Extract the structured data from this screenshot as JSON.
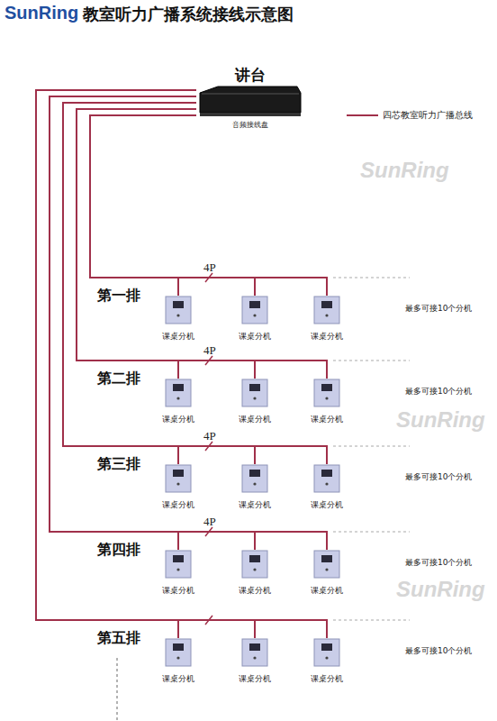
{
  "diagram": {
    "title": "教室听力广播系统接线示意图",
    "nodes": [
      {
        "text": [
          "讲台",
          "音频接线盘"
        ]
      },
      {
        "text": [
          "课桌分机"
        ]
      },
      {
        "text": [
          "课桌分机"
        ]
      },
      {
        "text": [
          "课桌分机"
        ]
      },
      {
        "text": [
          "课桌分机"
        ]
      },
      {
        "text": [
          "课桌分机"
        ]
      },
      {
        "text": [
          "课桌分机"
        ]
      },
      {
        "text": [
          "课桌分机"
        ]
      },
      {
        "text": [
          "课桌分机"
        ]
      },
      {
        "text": [
          "课桌分机"
        ]
      },
      {
        "text": [
          "课桌分机"
        ]
      },
      {
        "text": [
          "课桌分机"
        ]
      },
      {
        "text": [
          "课桌分机"
        ]
      },
      {
        "text": [
          "课桌分机"
        ]
      },
      {
        "text": [
          "课桌分机"
        ]
      },
      {
        "text": [
          "课桌分机"
        ]
      }
    ],
    "edges": [
      {
        "from": 0,
        "to": 1,
        "arrow": "none"
      },
      {
        "from": 0,
        "to": 2,
        "arrow": "none"
      },
      {
        "from": 0,
        "to": 3,
        "arrow": "none"
      },
      {
        "from": 0,
        "to": 4,
        "arrow": "none"
      },
      {
        "from": 0,
        "to": 5,
        "arrow": "none"
      },
      {
        "from": 0,
        "to": 6,
        "arrow": "none"
      },
      {
        "from": 0,
        "to": 7,
        "arrow": "none"
      },
      {
        "from": 0,
        "to": 8,
        "arrow": "none"
      },
      {
        "from": 0,
        "to": 9,
        "arrow": "none"
      },
      {
        "from": 0,
        "to": 10,
        "arrow": "none"
      },
      {
        "from": 0,
        "to": 11,
        "arrow": "none"
      },
      {
        "from": 0,
        "to": 12,
        "arrow": "none"
      },
      {
        "from": 0,
        "to": 13,
        "arrow": "none"
      },
      {
        "from": 0,
        "to": 14,
        "arrow": "none"
      },
      {
        "from": 0,
        "to": 15,
        "arrow": "none"
      }
    ],
    "labels": [
      "SunRing",
      "第一排",
      "4P",
      "最多可接10个分机",
      "第二排",
      "4P",
      "最多可接10个分机",
      "第三排",
      "4P",
      "最多可接10个分机",
      "第四排",
      "4P",
      "最多可接10个分机",
      "第五排",
      "最多可接10个分机",
      "SunRing",
      "SunRing",
      "SunRing"
    ],
    "legend": [
      {
        "text": "四芯教室听力广播总线"
      }
    ]
  }
}
